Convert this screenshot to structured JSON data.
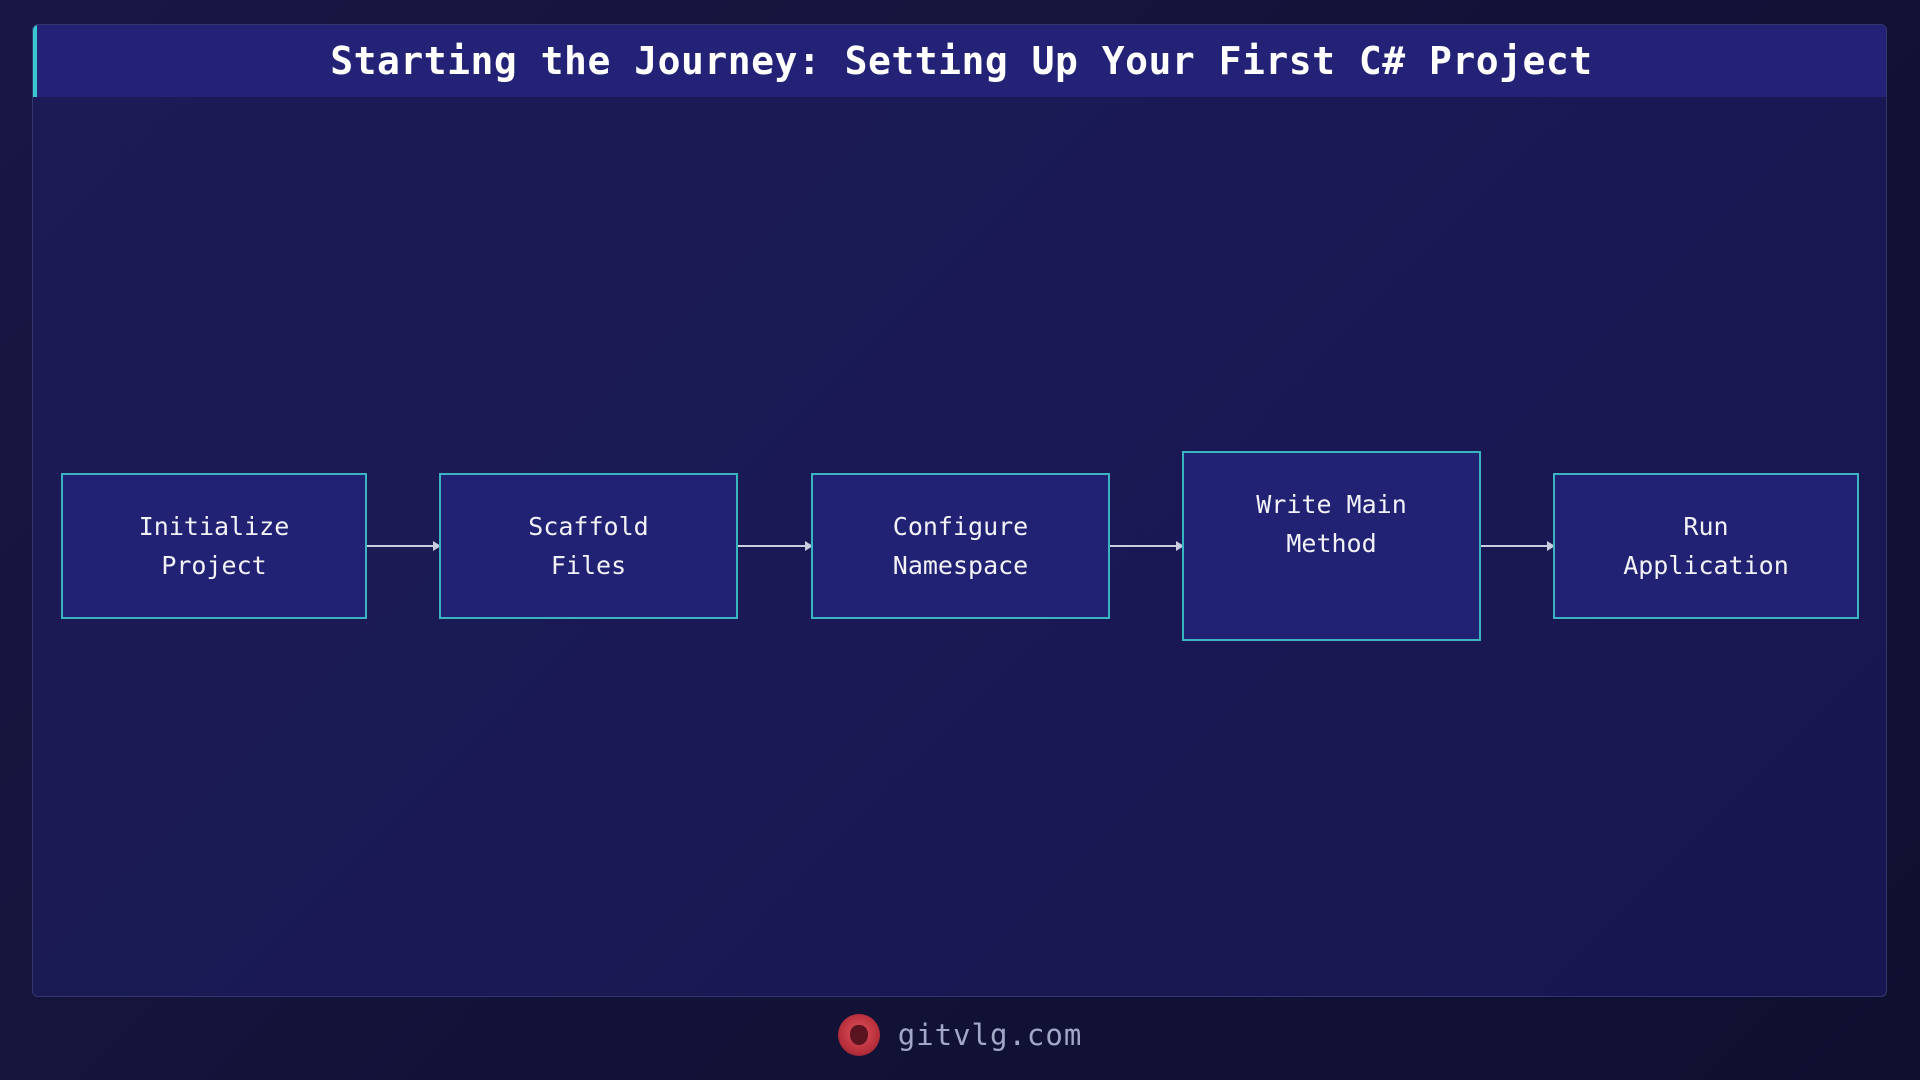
{
  "title": "Starting the Journey: Setting Up Your First C# Project",
  "nodes": [
    {
      "text": "Initialize\n Project"
    },
    {
      "text": "Scaffold\n Files"
    },
    {
      "text": "Configure\n Namespace"
    },
    {
      "text": "Write Main\n Method"
    },
    {
      "text": "Run\n Application"
    }
  ],
  "footer": {
    "site": "gitvlg.com",
    "logo_icon": "lion-logo-icon"
  },
  "colors": {
    "accent": "#38c6d0",
    "node_fill": "#222274",
    "node_border": "#3ab4c0",
    "header_bg": "#232277"
  }
}
